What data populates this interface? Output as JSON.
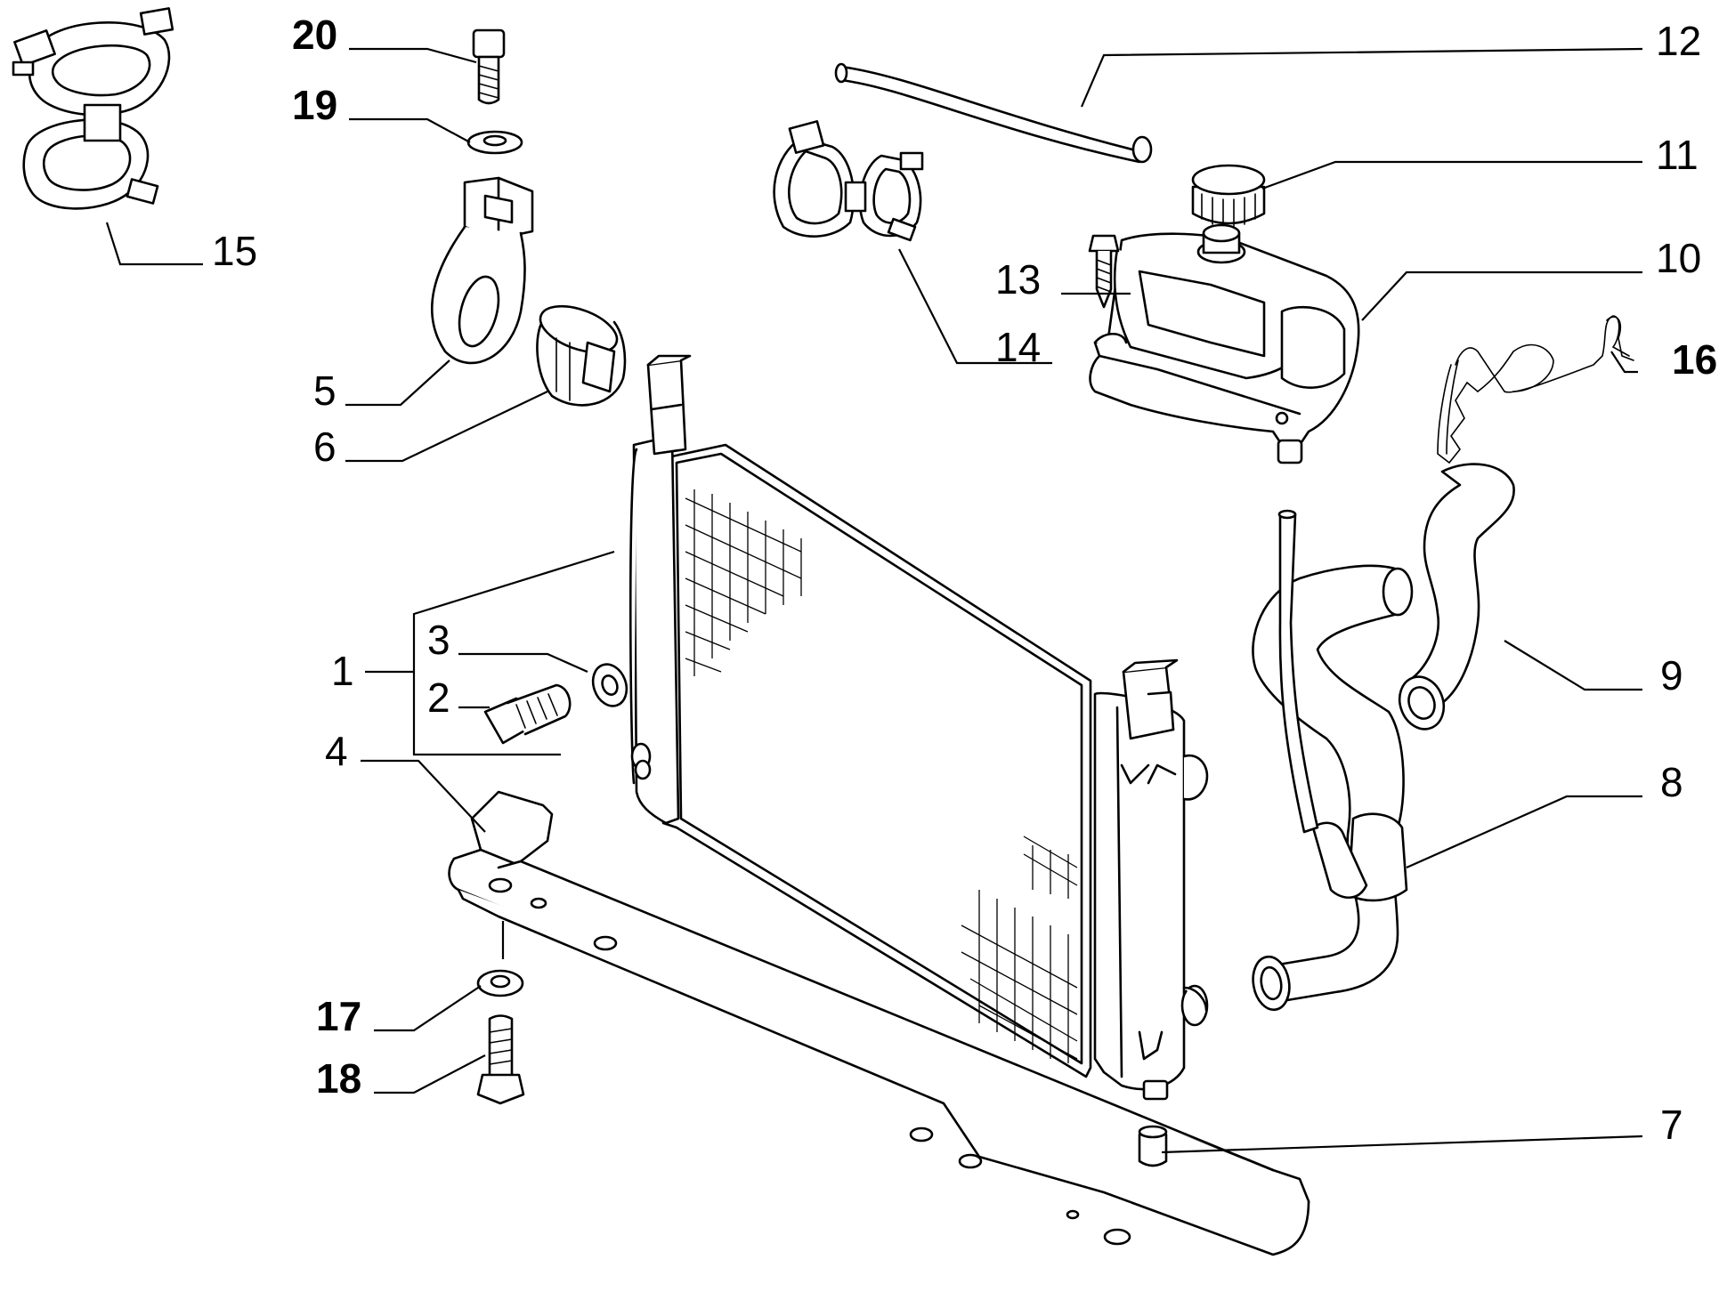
{
  "callouts": {
    "c1": "1",
    "c2": "2",
    "c3": "3",
    "c4": "4",
    "c5": "5",
    "c6": "6",
    "c7": "7",
    "c8": "8",
    "c9": "9",
    "c10": "10",
    "c11": "11",
    "c12": "12",
    "c13": "13",
    "c14": "14",
    "c15": "15",
    "c16": "16",
    "c17": "17",
    "c18": "18",
    "c19": "19",
    "c20": "20"
  },
  "colors": {
    "ink": "#000000",
    "paper": "#ffffff"
  }
}
